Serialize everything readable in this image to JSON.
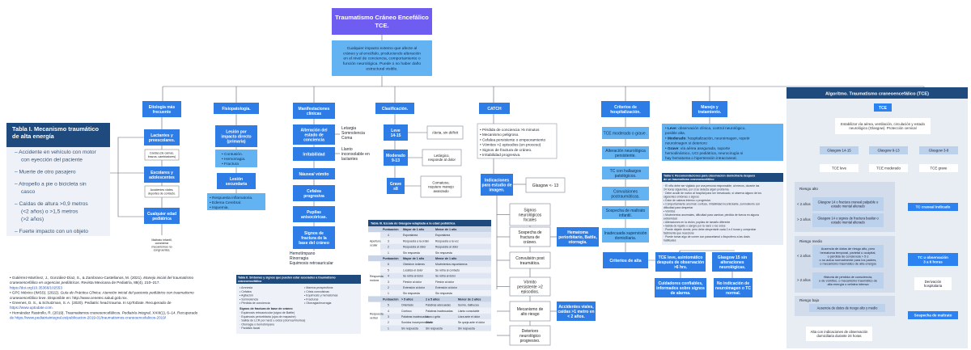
{
  "header": {
    "title": [
      "Traumatismo Cráneo Encefálico",
      "TCE."
    ],
    "definition": [
      "Cualquier impacto externo que afecte al",
      "cráneo y al encéfalo, produciendo alteración",
      "en el nivel de conciencia, comportamiento o",
      "función neurológica. Puede o no haber daño",
      "estructural visible."
    ]
  },
  "table1": {
    "title": [
      "Tabla I.  Mecanismo traumático",
      "de alta energía"
    ],
    "items": [
      [
        "Accidente en vehículo con motor",
        "con eyección del paciente"
      ],
      [
        "Muerte de otro pasajero"
      ],
      [
        "Atropello a pie o bicicleta sin",
        "casco"
      ],
      [
        "Caídas de altura >0,9 metros",
        "(<2 años) o >1,5 metros",
        "(>2 años)"
      ],
      [
        "Fuerte impacto con un objeto"
      ]
    ]
  },
  "etiologia": {
    "header": [
      "Etiología más",
      "frecuente"
    ],
    "lactantes": [
      "Lactantes y",
      "preescolares."
    ],
    "lactantes_note": [
      "Caídas (de camas,",
      "brazos, cambiadores)"
    ],
    "escolares": [
      "Escolares y",
      "adolescentes"
    ],
    "escolares_note": [
      "Accidentes viales,",
      "deportes de contacto."
    ],
    "cualquier": [
      "Cualquier edad",
      "pediátrica"
    ],
    "cualquier_note": [
      "Maltrato infantil,",
      "considerar",
      "mecanismos no",
      "congruentes."
    ]
  },
  "fisio": {
    "header": [
      "Fisiopatología."
    ],
    "primaria": [
      "Lesión por",
      "impacto directo",
      "(primaria)"
    ],
    "primaria_items": [
      "• Contusión.",
      "• Hemorragia.",
      "• Fractura"
    ],
    "secundaria": [
      "Lesión",
      "secundaria"
    ],
    "secundaria_items": [
      "• Respuesta inflamatoria.",
      "• Edema Cerebral.",
      "• Isquemia."
    ]
  },
  "manifest": {
    "header": [
      "Manifestaciones",
      "clínicas"
    ],
    "boxes": [
      [
        "Alteración del",
        "estado de",
        "conciencia"
      ],
      [
        "Irritabilidad"
      ],
      [
        "Náusea/ vómito"
      ],
      [
        "Cefalea",
        "progresiva"
      ],
      [
        "Pupilas",
        "anisocóricas."
      ],
      [
        "Signos de",
        "fractura de la",
        "base del cráneo"
      ]
    ],
    "conciencia_note": [
      "Letargia",
      "Somnolencia",
      "Coma"
    ],
    "irrit_note": [
      "Llanto",
      "inconsolable en",
      "lactantes"
    ],
    "base_note": [
      "Hemotímpano",
      "Rinorragia",
      "Equimosis retroauricular"
    ]
  },
  "clasif": {
    "header": [
      "Clasificación."
    ],
    "leve": [
      "Leve",
      "14-15"
    ],
    "leve_note": [
      "Alerta, sin déficit"
    ],
    "moderado": [
      "Moderado",
      "9-13"
    ],
    "moderado_note": [
      "Letárgico,",
      "responde al dolor"
    ],
    "grave": [
      "Grave",
      "≤8"
    ],
    "grave_note": [
      "Comatoso,",
      "requiere manejo",
      "avanzado"
    ]
  },
  "catch": {
    "header": [
      "CATCH"
    ],
    "items": [
      "• Pérdida de conciencia >5 minutos",
      "• Mecanismo peligroso.",
      "• Cefalea persistente o empeoramiento",
      "• Vómitos >2 episodios  (en proceso)",
      "• Signos de fractura de cráneo.",
      "• Irritabilidad progresiva."
    ],
    "indicaciones": [
      "Indicaciones",
      "para estudio de",
      "imagen."
    ],
    "glasgow": [
      "Glasgow <- 13"
    ],
    "signos": [
      "Signos",
      "neurológicos",
      "focales"
    ],
    "sospecha": [
      "Sospecha de",
      "fractura de",
      "cráneo."
    ],
    "hematoma": [
      "Hematoma",
      "periorbitario, Battle,",
      "otorragia."
    ],
    "convulsion": [
      "Convulsión post",
      "traumática."
    ],
    "vomito": [
      "Vómito",
      "persistente >2",
      "episodios."
    ],
    "mecanismo": [
      "Mecanismo de",
      "alto riesgo"
    ],
    "accidentes": [
      "Accidentes viales,",
      "caídas >1 metro en",
      "< 2 años."
    ],
    "deterioro": [
      "Deterioro",
      "neurológico",
      "progresivo."
    ]
  },
  "hosp": {
    "header": [
      "Criterios de",
      "hospitalización."
    ],
    "moderado": [
      "TCE moderado o grave ."
    ],
    "alteracion": [
      "Alteración neurológica",
      "persistente."
    ],
    "hallazgos": [
      "TC con hallazgos",
      "patológicos."
    ],
    "convulsiones": [
      "Convulsiones",
      "postraumáticas."
    ],
    "maltrato": [
      "Sospecha de maltrato",
      "infantil."
    ],
    "inadecuada": [
      "Inadecuada supervisión",
      "domiciliaria."
    ],
    "alta": [
      "Criterios de alta"
    ],
    "leve": [
      "TCE leve, asintomático",
      "después de observación",
      ">6 hrs."
    ],
    "glasgow15": [
      "Glasgow 15 sin",
      "alteraciones",
      "neurológicas."
    ],
    "cuidadores": [
      "Cuidadores confiables,",
      "informados sobre signos",
      "de alarma."
    ],
    "no_indicacion": [
      "No indicación de",
      "neuroimagen o TC",
      "normal."
    ]
  },
  "manejo": {
    "header": [
      "Manejo y",
      "tratamiento."
    ],
    "items": [
      {
        "bold": "• Leve",
        "text": ": observación clínica, control neurológico,"
      },
      {
        "bold": "",
        "text": "  posible alta."
      },
      {
        "bold": "• Moderado",
        "text": ": hospitalización, neuroimagen, repetir"
      },
      {
        "bold": "",
        "text": "  neuroimagen si deterioro"
      },
      {
        "bold": "• Grave",
        "text": ": vía aérea asegurada, soporte"
      },
      {
        "bold": "",
        "text": "  hemodinámico, UCI pediátrica, neurocirugía si"
      },
      {
        "bold": "",
        "text": "  hay hematoma o hipertensión intracraneal."
      }
    ]
  },
  "table5": {
    "title": [
      "Tabla V.  Recomendaciones para observación domiciliaria después",
      "de un traumatismo craneoencefálico"
    ],
    "lines": [
      "· El niño debe ser vigilado por una persona responsable, al menos, durante las",
      "  24 horas siguientes, por si se detecta algún problema.",
      "· Debe acudir de nuevo al hospital para ser reevaluado, si observa alguno de los",
      "  siguientes síntomas o signos:",
      "   •  Dolor de cabeza intenso o progresivo",
      "   •  Comportamiento anormal: confuso, irritabilidad incontrolable, somnoliento con",
      "      dificultad para despertar",
      "   •  Vómitos",
      "   •  Movimientos anormales, dificultad para caminar, pérdida de fuerza en alguna",
      "      extremidad",
      "   •  Alteraciones en la visión, pupilas de tamaño diferente",
      "   •  Salida de líquido o sangre por la nariz o los oídos",
      "· Puede dejarle dormir, pero debe despertarle cada 2 a 4 horas y comprobar",
      "  fácilmente que reaccione",
      "· Puede tomar algo de comer con paracetamol o ibuprofeno a las dosis",
      "  habituales"
    ]
  },
  "table3": {
    "title": "Tabla III.  Escala de Glasgow adaptada a la edad pediátrica",
    "sections": [
      {
        "group": [
          "Apertura",
          "ocular"
        ],
        "head": [
          "Puntuación",
          "Mayor de 1 año",
          "Menor de 1 año"
        ],
        "rows": [
          [
            "4",
            "Espontánea",
            "Espontánea"
          ],
          [
            "3",
            "Respuesta a la orden",
            "Respuesta a la voz"
          ],
          [
            "2",
            "Respuesta al dolor",
            "Respuesta al dolor"
          ],
          [
            "1",
            "Sin respuesta",
            "Sin respuesta"
          ]
        ]
      },
      {
        "group": [
          "Respuesta",
          "motora"
        ],
        "head": [
          "Puntuación",
          "Mayor de 1 año",
          "Menor de 1 año"
        ],
        "rows": [
          [
            "6",
            "Obedece órdenes",
            "Movimientos espontáneos"
          ],
          [
            "5",
            "Localiza el dolor",
            "Se retira al contacto"
          ],
          [
            "4",
            "Se retira al dolor",
            "Se retira al dolor"
          ],
          [
            "3",
            "Flexión al dolor",
            "Flexión al dolor"
          ],
          [
            "2",
            "Extensión al dolor",
            "Extensión al dolor"
          ],
          [
            "1",
            "Sin respuesta",
            "Sin respuesta"
          ]
        ]
      },
      {
        "group": [
          "Respuesta",
          "verbal"
        ],
        "head": [
          "Puntuación",
          "> 5 años",
          "2 a 5 años",
          "Menor de 2 años"
        ],
        "rows": [
          [
            "5",
            "Orientado",
            "Palabras adecuadas",
            "Sonríe, balbucea"
          ],
          [
            "4",
            "Confuso",
            "Palabras inadecuadas",
            "Llanto consolable"
          ],
          [
            "3",
            "Palabras inadecuadas",
            "Llora o grita",
            "Llora ante el dolor"
          ],
          [
            "2",
            "Sonidos incomprensibles",
            "Gruñe",
            "Se queja ante el dolor"
          ],
          [
            "1",
            "Sin respuesta",
            "Sin respuesta",
            "Sin respuesta"
          ]
        ]
      }
    ]
  },
  "table4": {
    "title": [
      "Tabla II.  Síntomas y signos que pueden estar asociados a traumatismo",
      "craneoencefálico"
    ],
    "col1": [
      "• Amnesia",
      "• Cefalea",
      "• Agitación",
      "• Somnolencia",
      "• Pérdida de conciencia"
    ],
    "col2": [
      "• Mareos prospectivos",
      "• Crisis convulsivas",
      "• Equimosis y hematomas",
      "• Fracturas",
      "• Otorragia/rinorragia"
    ],
    "sub": "Signos de fractura de base de cráneo",
    "col3": [
      "· Equimosis retroauricular (signo de Battle)",
      "· Equimosis periorbitaria (ojos de mapache)",
      "· Salida de LCR por nariz u oídos (otorrea/rinorrea)",
      "· Otorragia o hemotímpano",
      "· Parálisis facial"
    ]
  },
  "refs": [
    [
      "• Gutiérrez-Martínez, J., González-Díaz, S., & Zambrano-Castellanos, M. (2021). ",
      "Manejo inicial del traumatismo",
      ""
    ],
    [
      "",
      "craneoencefálico en urgencias pediátricas",
      ". Revista Mexicana de Pediatría, 88(4), 210–217."
    ],
    [
      "  https://doi.org/10.35366/102553",
      "",
      ""
    ],
    [
      "• GPC México (IMSS). (2022). ",
      "Guía de Práctica Clínica: Atención inicial del paciente pediátrico con traumatismo",
      ""
    ],
    [
      "",
      "craneoencefálico leve",
      ". Disponible en: http://www.cenetec.salud.gob.mx."
    ],
    [
      "• Greenes, D. S., & Schutzman, S. A. (2020). Pediatric head trauma. In UpToDate. Recuperado de",
      "",
      ""
    ],
    [
      "  https://www.uptodate.com.",
      "",
      ""
    ],
    [
      "• Hernández Rastrollo, R. (2019). Traumatismos craneoencefálicos. ",
      "Pediatría Integral",
      ", XXIII(1), 6–14. Recuperado"
    ],
    [
      "  de https://www.pediatriaintegral.es/publicacion-2019-01/traumatismos-craneoencefalicos-2019/",
      "",
      ""
    ]
  ],
  "algorithm": {
    "header": "Algoritmo. Traumatismo craneoencefálico (TCE)",
    "tce": "TCE",
    "estabilizar": [
      "Estabilizar vía aérea, ventilación, circulación y estado",
      "neurológico (Glasgow). Protección cervical"
    ],
    "glasgows": [
      "Glasgow 14-15",
      "Glasgow 9-13",
      "Glasgow 3-8"
    ],
    "severities": [
      "TCE leve",
      "TCE moderado",
      "TCE grave"
    ],
    "riesgo_alto": "Riesgo alto",
    "menor2": "< 2 años",
    "mayor2": "> 2 años",
    "alto_a": [
      "Glasgow 14 o fractura craneal palpable o",
      "estado mental alterado"
    ],
    "alto_b": [
      "Glasgow 14 o signos de fractura basilar o",
      "estado mental alterado"
    ],
    "tc_craneal": "TC craneal indicado",
    "riesgo_medio": "Riesgo medio",
    "medio_a": [
      "Ausencia de datos de riesgo alto, pero",
      "hematoma temporal, parietal u occipital,",
      "o pérdida de conciencia > 5 s",
      "o no actúa normalmente para los padres,",
      "o mecanismo traumático de alta energía"
    ],
    "medio_b": [
      "Historia de pérdida de consciencia,",
      "o de vómitos, o mecanismo traumático de",
      "alta energía o cefalea intensa"
    ],
    "tc_obs": [
      "TC u observación",
      "3 a 6 horas"
    ],
    "derivacion": [
      "Derivación",
      "hospitalaria"
    ],
    "riesgo_bajo": "Riesgo bajo",
    "bajo_a": "Ausencia de datos de riesgo alto y medio",
    "sospecha": "Sospecha de maltrato",
    "alta": [
      "Alta con indicaciones de observación",
      "domiciliaria durante 24 horas"
    ]
  },
  "colors": {
    "title_violet": "#6f5cf0",
    "light_blue": "#63b3f3",
    "mid_blue": "#2e7de6",
    "dark_blue": "#1f4a7d",
    "algo_bg": "#e8edf4",
    "algo_blue": "#2c82f0"
  }
}
